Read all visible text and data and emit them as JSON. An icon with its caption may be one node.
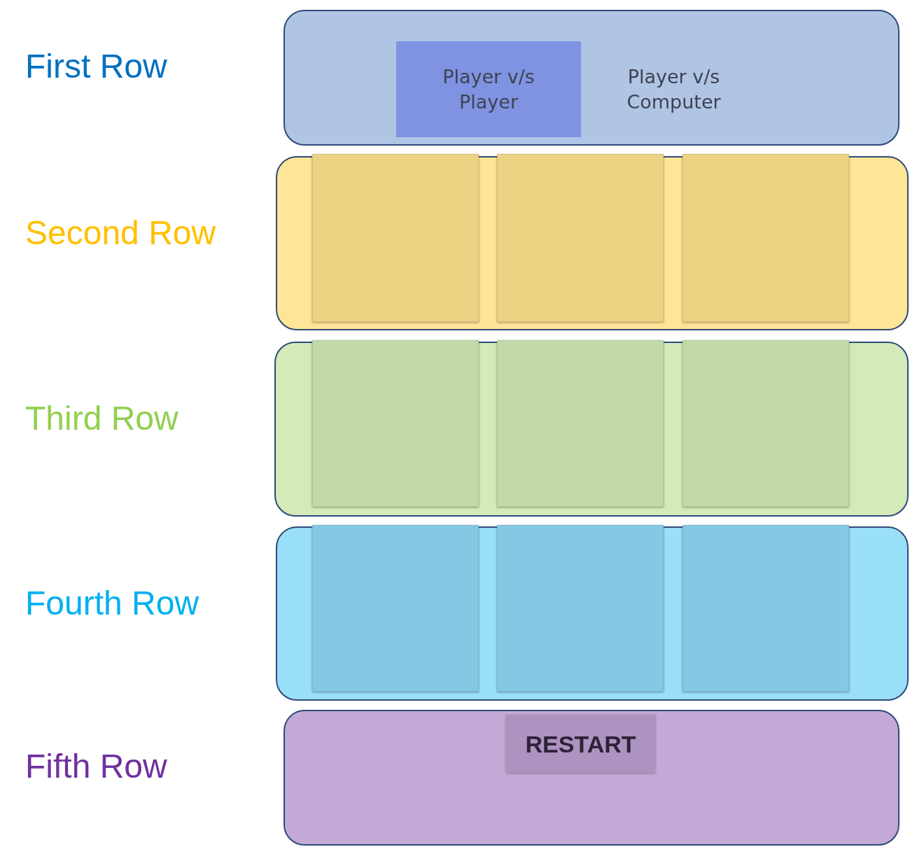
{
  "diagram": {
    "nodes": [
      {
        "text": [
          "First Row"
        ]
      },
      {
        "text": [
          "Player v/s Player"
        ],
        "in": 0
      },
      {
        "text": [
          "Player v/s Computer"
        ],
        "in": 0
      },
      {
        "text": [
          "Second Row"
        ]
      },
      {
        "text": [],
        "shape": "box",
        "in": 3
      },
      {
        "text": [],
        "shape": "box",
        "in": 3
      },
      {
        "text": [],
        "shape": "box",
        "in": 3
      },
      {
        "text": [
          "Third Row"
        ]
      },
      {
        "text": [],
        "shape": "box",
        "in": 7
      },
      {
        "text": [],
        "shape": "box",
        "in": 7
      },
      {
        "text": [],
        "shape": "box",
        "in": 7
      },
      {
        "text": [
          "Fourth Row"
        ]
      },
      {
        "text": [],
        "shape": "box",
        "in": 11
      },
      {
        "text": [],
        "shape": "box",
        "in": 11
      },
      {
        "text": [],
        "shape": "box",
        "in": 11
      },
      {
        "text": [
          "Fifth Row"
        ]
      },
      {
        "text": [
          "RESTART"
        ],
        "in": 15
      }
    ]
  }
}
